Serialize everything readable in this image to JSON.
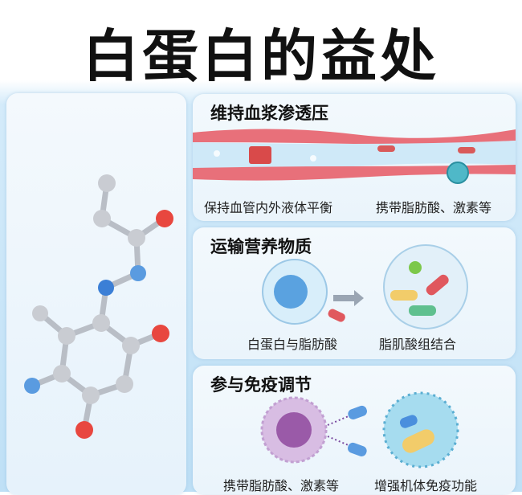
{
  "title": "白蛋白的益处",
  "panels": [
    {
      "title": "维持血浆渗透压",
      "captions": [
        "保持血管内外液体平衡",
        "携带脂肪酸、激素等"
      ]
    },
    {
      "title": "运输营养物质",
      "captions": [
        "白蛋白与脂肪酸",
        "脂肌酸组结合"
      ]
    },
    {
      "title": "参与免疫调节",
      "captions": [
        "携带脂肪酸、激素等",
        "增强机体免疫功能"
      ]
    }
  ],
  "colors": {
    "vessel": "#e8707a",
    "plasma": "#cfe9f8",
    "atom_gray": "#c9ccd2",
    "atom_red": "#e8473f",
    "atom_blue": "#5a9be0"
  }
}
